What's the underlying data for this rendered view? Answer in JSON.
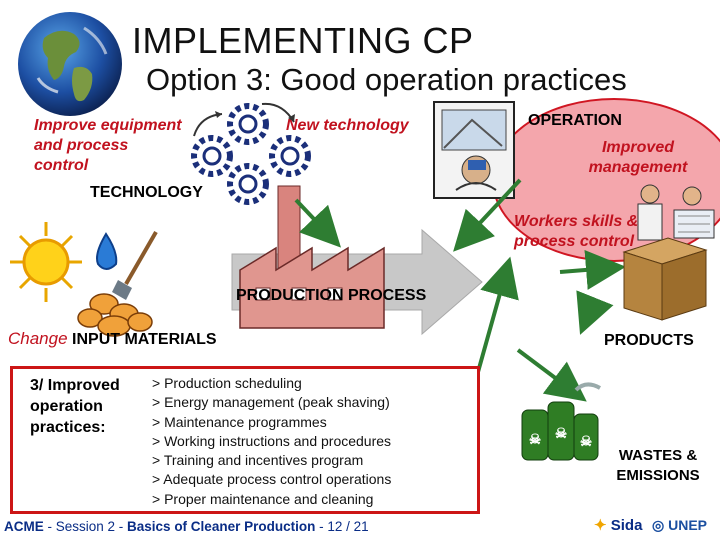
{
  "header": {
    "title": "IMPLEMENTING CP",
    "subtitle": "Option 3: Good operation practices"
  },
  "technology": {
    "improve_text": "Improve equipment and process control",
    "new_technology": "New technology",
    "label": "TECHNOLOGY"
  },
  "operation": {
    "label": "OPERATION",
    "improved_management": "Improved management",
    "workers_skills": "Workers skills & process control"
  },
  "production": {
    "label": "PRODUCTION PROCESS"
  },
  "inputs": {
    "change_word": "Change",
    "label": "INPUT MATERIALS"
  },
  "outputs": {
    "products": "PRODUCTS",
    "wastes": "WASTES & EMISSIONS"
  },
  "practices": {
    "heading": "3/ Improved operation practices:",
    "items": [
      "> Production scheduling",
      "> Energy management (peak shaving)",
      "> Maintenance programmes",
      "> Working instructions and procedures",
      "> Training and incentives program",
      "> Adequate process control operations",
      "> Proper maintenance and cleaning"
    ]
  },
  "footer": {
    "org": "ACME",
    "sep1": " - Session 2 - ",
    "course": "Basics of Cleaner Production",
    "page": " - 12 / 21",
    "logo_sida": "Sida",
    "logo_unep": "UNEP"
  },
  "colors": {
    "header_green": "#7bbf3a",
    "highlight_red": "#c1121f",
    "arrow_green": "#2e7d32",
    "footer_blue": "#0a2d86"
  }
}
